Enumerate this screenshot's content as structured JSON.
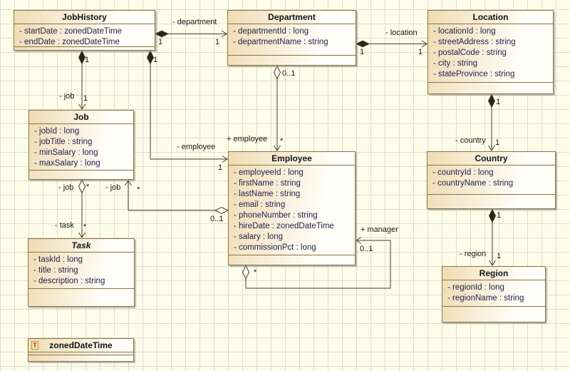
{
  "diagram_type": "uml-class-diagram",
  "colors": {
    "canvas_bg": "#fdfdea",
    "grid_line": "#dbdcd2",
    "box_border": "#8a7340",
    "box_fill_left": "#f0dcb4",
    "box_fill_right": "#fffef8",
    "attr_text": "#23234d",
    "connector_line": "#463b25",
    "filled_diamond": "#2c2416",
    "datatype_icon_letter_color": "#cc2418"
  },
  "classes": {
    "jobHistory": {
      "name": "JobHistory",
      "attributes": [
        "- startDate : zonedDateTime",
        "- endDate : zonedDateTime"
      ]
    },
    "department": {
      "name": "Department",
      "attributes": [
        "- departmentId : long",
        "- departmentName : string"
      ]
    },
    "location": {
      "name": "Location",
      "attributes": [
        "- locationId : long",
        "- streetAddress : string",
        "- postalCode : string",
        "- city : string",
        "- stateProvince : string"
      ]
    },
    "job": {
      "name": "Job",
      "attributes": [
        "- jobId : long",
        "- jobTitle : string",
        "- minSalary : long",
        "- maxSalary : long"
      ]
    },
    "employee": {
      "name": "Employee",
      "attributes": [
        "- employeeId : long",
        "- firstName : string",
        "- lastName : string",
        "- email : string",
        "- phoneNumber : string",
        "- hireDate : zonedDateTime",
        "- salary : long",
        "- commissionPct : long"
      ]
    },
    "country": {
      "name": "Country",
      "attributes": [
        "- countryId : long",
        "- countryName : string"
      ]
    },
    "task": {
      "name": "Task",
      "attributes": [
        "- taskId : long",
        "- title : string",
        "- description : string"
      ]
    },
    "region": {
      "name": "Region",
      "attributes": [
        "- regionId : long",
        "- regionName : string"
      ]
    }
  },
  "datatype": {
    "icon_letter": "T",
    "name": "zonedDateTime"
  },
  "connectors": {
    "jobhistory_department": {
      "label": "- department",
      "src_mult": "1",
      "tgt_mult": "1"
    },
    "department_location": {
      "label": "- location",
      "src_mult": "1",
      "tgt_mult": "1"
    },
    "jobhistory_job": {
      "label": "- job",
      "src_mult": "1",
      "tgt_mult": "1"
    },
    "jobhistory_employee": {
      "label": "- employee",
      "src_mult": "1",
      "tgt_mult": "1"
    },
    "department_employee": {
      "label": "+ employee",
      "src_mult": "0..1",
      "tgt_mult": "*"
    },
    "location_country": {
      "label": "- country",
      "src_mult": "1",
      "tgt_mult": "1"
    },
    "country_region": {
      "label": "- region",
      "src_mult": "1",
      "tgt_mult": "1"
    },
    "job_task": {
      "src_label": "- job",
      "src_mult": "*",
      "tgt_label": "- task",
      "tgt_mult": "*"
    },
    "employee_job": {
      "label": "- job",
      "src_mult": "0..1",
      "tgt_mult": "*"
    },
    "employee_manager": {
      "label": "+ manager",
      "src_mult": "*",
      "tgt_mult": "0..1"
    }
  }
}
